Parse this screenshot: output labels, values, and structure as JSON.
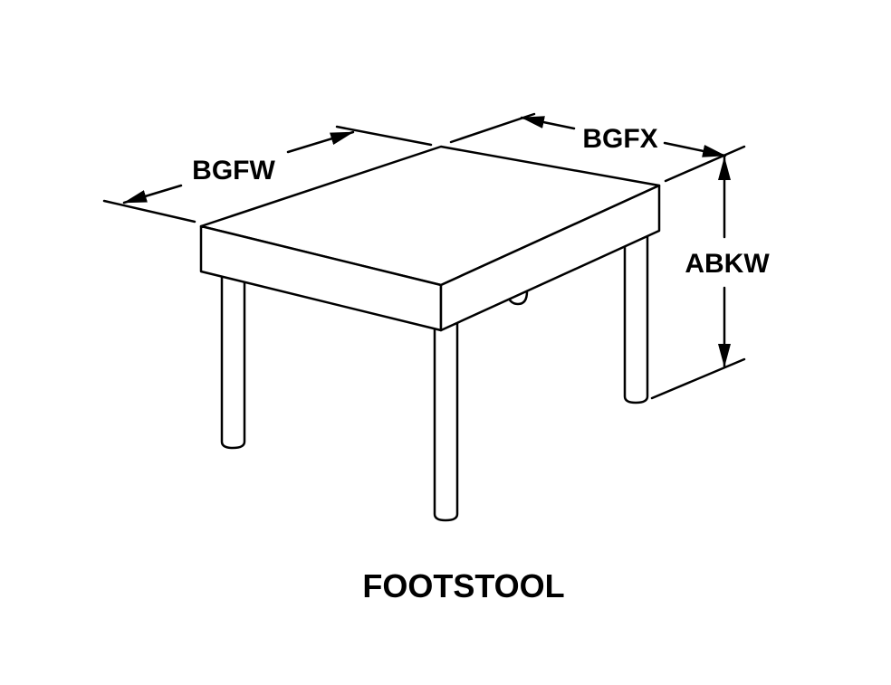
{
  "diagram": {
    "title": "FOOTSTOOL",
    "dimensions": {
      "width": "BGFW",
      "depth": "BGFX",
      "height": "ABKW"
    }
  }
}
